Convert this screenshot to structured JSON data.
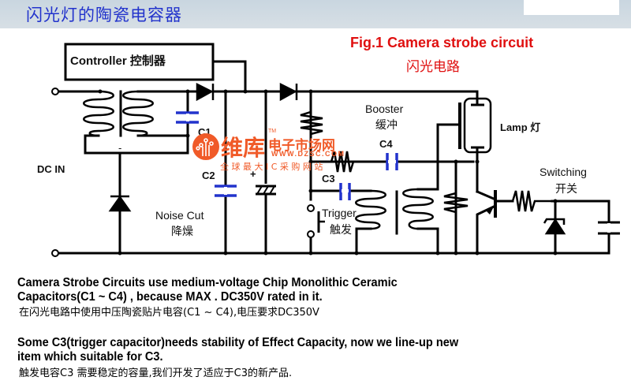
{
  "header": {
    "title": "闪光灯的陶瓷电容器"
  },
  "figure": {
    "title": "Fig.1  Camera strobe circuit",
    "subtitle": "闪光电路",
    "labels": {
      "controller": "Controller 控制器",
      "dc_in": "DC IN",
      "c1": "C1",
      "c2": "C2",
      "c3": "C3",
      "c4": "C4",
      "plus": "+",
      "minus": "-",
      "noise_cut_en": "Noise Cut",
      "noise_cut_cn": "降燥",
      "booster_en": "Booster",
      "booster_cn": "缓冲",
      "lamp": "Lamp 灯",
      "trigger_en": "Trigger",
      "trigger_cn": "触发",
      "switching_en": "Switching",
      "switching_cn": "开关"
    },
    "colors": {
      "wire": "#000000",
      "capacitor": "#2233cc",
      "title": "#e01010"
    }
  },
  "watermark": {
    "brand": "维库",
    "tm": "TM",
    "market": "电子市场网",
    "url": "WWW.DZSC.COM",
    "slogan": "全 球 最 大 I C 采 购 网 站",
    "color": "#f05a28"
  },
  "body": {
    "para1_line1": "Camera Strobe Circuits use medium-voltage Chip Monolithic Ceramic",
    "para1_line2": "Capacitors(C1 ~ C4) , because MAX . DC350V rated in it.",
    "para1_cn": "在闪光电路中使用中压陶瓷贴片电容(C1 ~ C4),电压要求DC350V",
    "para2_line1": "Some C3(trigger capacitor)needs stability of Effect Capacity,   now we line-up new",
    "para2_line2": "item which  suitable for C3.",
    "para2_cn": "触发电容C3 需要稳定的容量,我们开发了适应于C3的新产品."
  }
}
